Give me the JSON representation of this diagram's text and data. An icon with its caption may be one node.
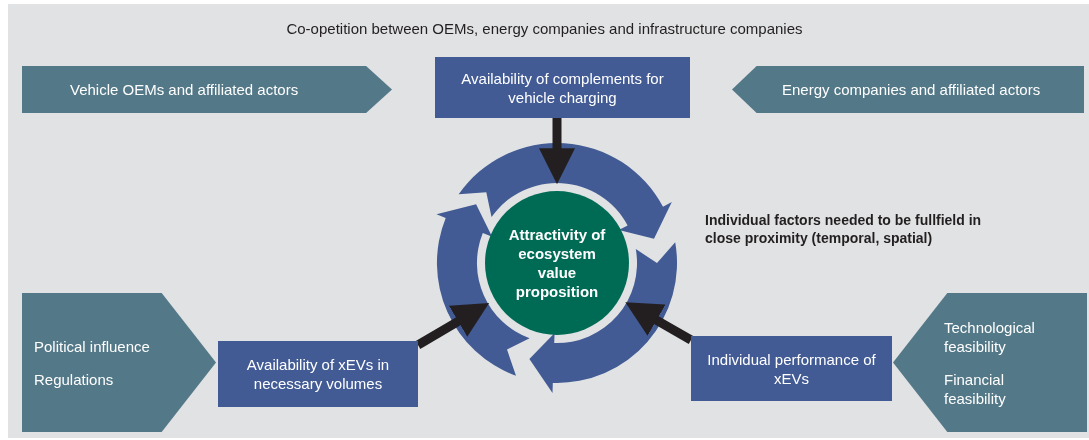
{
  "diagram": {
    "title": "Co-opetition between OEMs, energy companies and infrastructure companies",
    "nodes": [
      {
        "text": [
          "Vehicle OEMs and affiliated actors"
        ]
      },
      {
        "text": [
          "Availability of complements for vehicle charging"
        ]
      },
      {
        "text": [
          "Energy companies and affiliated actors"
        ]
      },
      {
        "text": [],
        "shape": "circle"
      },
      {
        "text": [
          "Attractivity of ecosystem value proposition"
        ],
        "in": 3
      },
      {
        "text": [
          "Political influence",
          "Regulations"
        ]
      },
      {
        "text": [
          "Availability of xEVs in necessary volumes"
        ]
      },
      {
        "text": [
          "Individual performance of xEVs"
        ]
      },
      {
        "text": [
          "Technological feasibility",
          "Financial feasibility"
        ]
      }
    ],
    "edges": [
      {
        "from": 1,
        "to": 3,
        "arrow": "to"
      },
      {
        "from": 6,
        "to": 3,
        "arrow": "to"
      },
      {
        "from": 7,
        "to": 3,
        "arrow": "to"
      }
    ],
    "labels": [
      "Individual factors needed to be fullfield in close proximity (temporal, spatial)"
    ]
  }
}
